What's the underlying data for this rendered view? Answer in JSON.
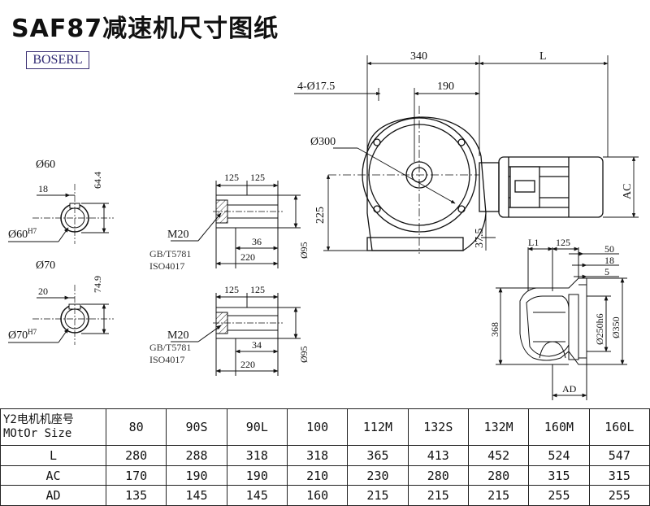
{
  "title": "SAF87减速机尺寸图纸",
  "brand": "BOSERL",
  "dims": {
    "d340": "340",
    "dL": "L",
    "holes": "4-Ø17.5",
    "d190": "190",
    "d300": "Ø300",
    "d225": "225",
    "d37_5": "37.5",
    "dAC": "AC",
    "s1_d60": "Ø60",
    "s1_18": "18",
    "s1_64_4": "64.4",
    "s1_bore": "Ø60",
    "s1_fit": "H7",
    "s2_d70": "Ø70",
    "s2_20": "20",
    "s2_74_9": "74.9",
    "s2_bore": "Ø70",
    "s2_fit": "H7",
    "a_125a": "125",
    "a_125b": "125",
    "a_m20": "M20",
    "a_gb": "GB/T5781",
    "a_iso": "ISO4017",
    "a_36": "36",
    "a_220": "220",
    "a_d95": "Ø95",
    "b_125a": "125",
    "b_125b": "125",
    "b_m20": "M20",
    "b_gb": "GB/T5781",
    "b_iso": "ISO4017",
    "b_34": "34",
    "b_220": "220",
    "b_d95": "Ø95",
    "r_L1": "L1",
    "r_125": "125",
    "r_50": "50",
    "r_18": "18",
    "r_5": "5",
    "r_368": "368",
    "r_d250": "Ø250h6",
    "r_d350": "Ø350",
    "r_AD": "AD"
  },
  "table": {
    "header_line1": "Y2电机机座号",
    "header_line2": "MOtOr Size",
    "sizes": [
      "80",
      "90S",
      "90L",
      "100",
      "112M",
      "132S",
      "132M",
      "160M",
      "160L"
    ],
    "rows": [
      {
        "label": "L",
        "values": [
          "280",
          "288",
          "318",
          "318",
          "365",
          "413",
          "452",
          "524",
          "547"
        ]
      },
      {
        "label": "AC",
        "values": [
          "170",
          "190",
          "190",
          "210",
          "230",
          "280",
          "280",
          "315",
          "315"
        ]
      },
      {
        "label": "AD",
        "values": [
          "135",
          "145",
          "145",
          "160",
          "215",
          "215",
          "215",
          "255",
          "255"
        ]
      }
    ]
  }
}
